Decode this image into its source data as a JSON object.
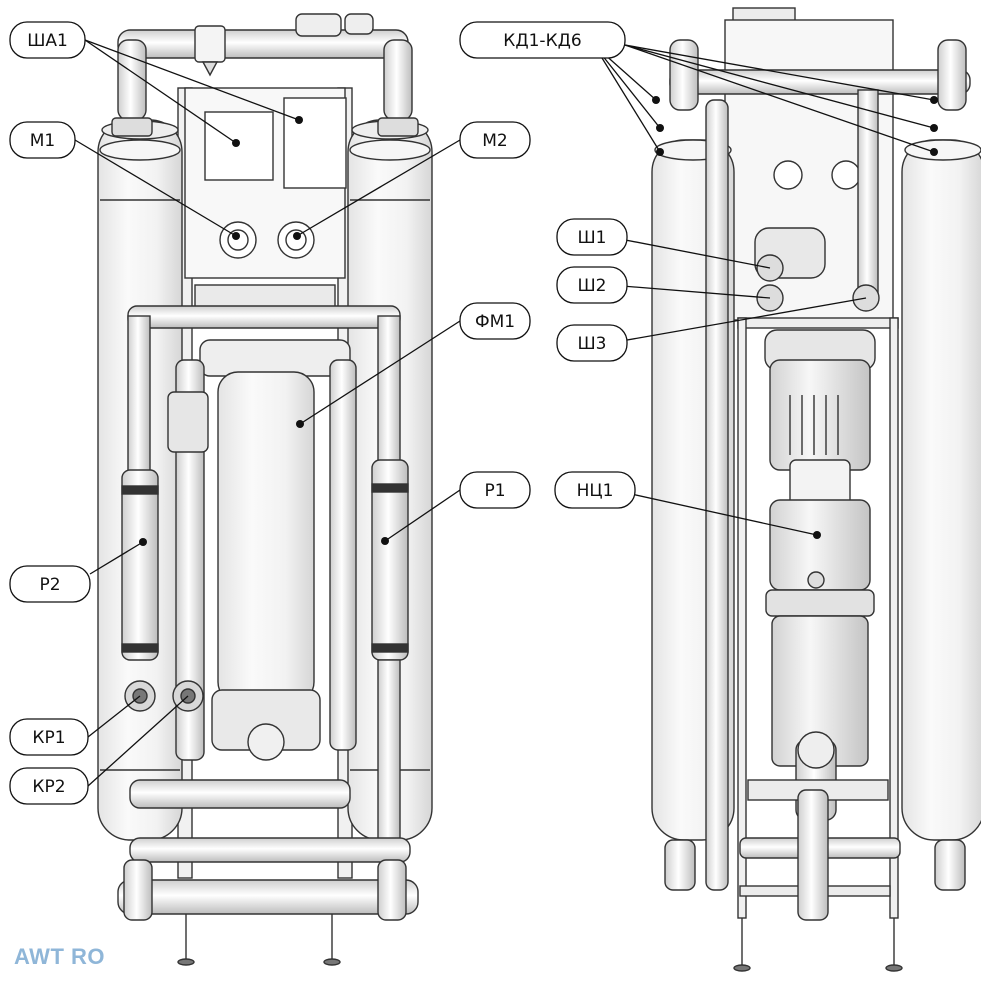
{
  "brand": {
    "text": "AWT RO",
    "color": "#8fb6d8"
  },
  "labels": {
    "sha1": "ША1",
    "m1": "М1",
    "m2": "М2",
    "fm1": "ФМ1",
    "r1": "Р1",
    "r2": "Р2",
    "kr1": "КР1",
    "kr2": "КР2",
    "kd": "КД1-КД6",
    "sh1": "Ш1",
    "sh2": "Ш2",
    "sh3": "Ш3",
    "nc1": "НЦ1"
  }
}
